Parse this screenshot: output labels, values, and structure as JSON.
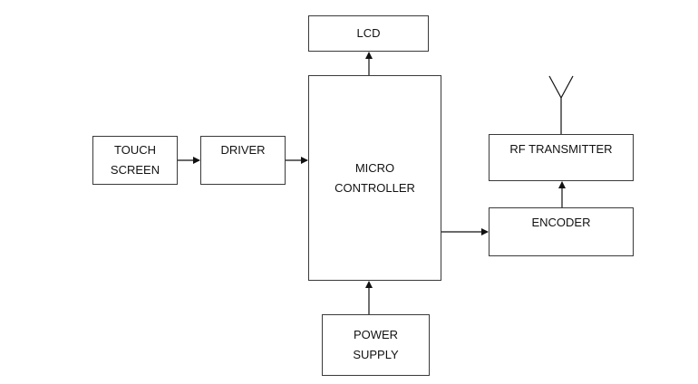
{
  "blocks": {
    "lcd": "LCD",
    "microcontroller": [
      "MICRO",
      "CONTROLLER"
    ],
    "touch_screen": [
      "TOUCH",
      "SCREEN"
    ],
    "driver": "DRIVER",
    "rf_transmitter": "RF TRANSMITTER",
    "encoder": "ENCODER",
    "power_supply": [
      "POWER",
      "SUPPLY"
    ]
  },
  "colors": {
    "line": "#111111",
    "border": "#3a3a3a"
  },
  "icons": {
    "antenna": "antenna-icon"
  }
}
